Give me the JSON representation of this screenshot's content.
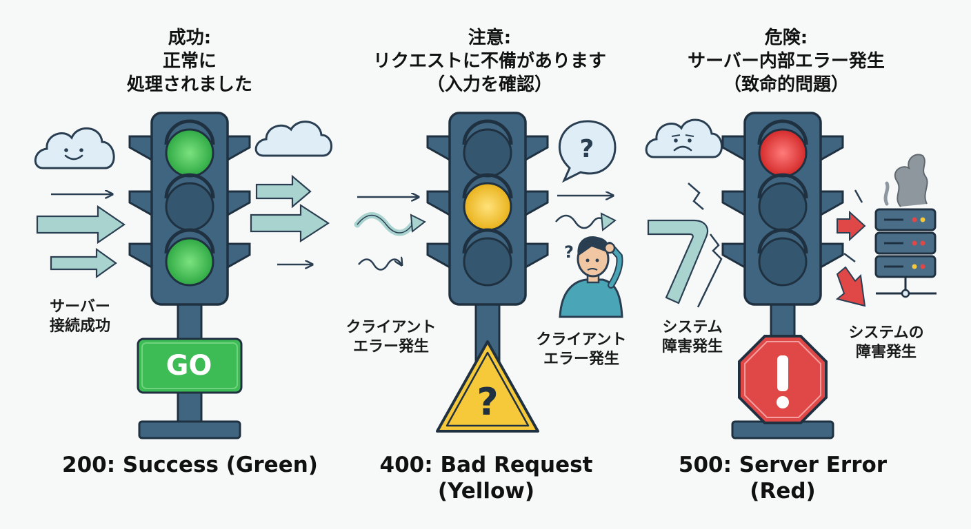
{
  "panels": [
    {
      "heading": [
        "成功:",
        "正常に",
        "処理されました"
      ],
      "side_label": [
        "サーバー",
        "接続成功"
      ],
      "sign_text": "GO",
      "caption": [
        "200: Success (Green)"
      ],
      "active_light": "green",
      "active_color": "#3ec24f"
    },
    {
      "heading": [
        "注意:",
        "リクエストに不備があります",
        "（入力を確認）"
      ],
      "left_label": [
        "クライアント",
        "エラー発生"
      ],
      "right_label": [
        "クライアント",
        "エラー発生"
      ],
      "caption": [
        "400: Bad Request",
        "(Yellow)"
      ],
      "active_light": "yellow",
      "active_color": "#f5c22c"
    },
    {
      "heading": [
        "危険:",
        "サーバー内部エラー発生",
        "（致命的問題）"
      ],
      "left_label": [
        "システム",
        "障害発生"
      ],
      "right_label": [
        "システムの",
        "障害発生"
      ],
      "caption": [
        "500: Server Error",
        "(Red)"
      ],
      "active_light": "red",
      "active_color": "#e23c3c"
    }
  ],
  "colors": {
    "housing": "#3f6580",
    "housing_outline": "#1f3140",
    "lens_off": "#34566e",
    "arrow_teal": "#a9d3cf",
    "arrow_navy": "#2a3e52",
    "warning_yellow": "#f6c93a",
    "stop_red": "#e04848",
    "go_green": "#3dbb55",
    "cloud": "#dfeef6"
  },
  "icons": [
    "smiling-cloud-icon",
    "cloud-icon",
    "question-bubble-icon",
    "confused-person-icon",
    "sad-cloud-icon",
    "server-rack-icon",
    "smoke-icon",
    "warning-triangle-icon",
    "stop-sign-icon",
    "go-sign-icon"
  ]
}
